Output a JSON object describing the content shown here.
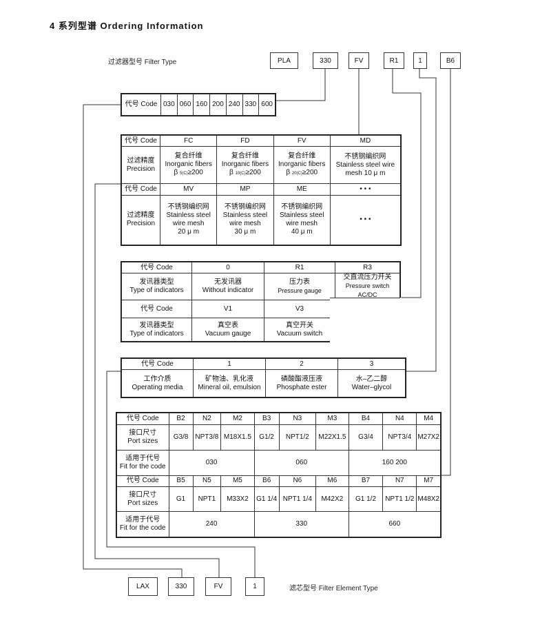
{
  "title": "4 系列型谱 Ordering Information",
  "filter_type_label": "过滤器型号  Filter Type",
  "element_type_label": "滤芯型号 Filter Element Type",
  "filter_code_boxes": [
    "PLA",
    "330",
    "FV",
    "R1",
    "1",
    "B6"
  ],
  "element_code_boxes": [
    "LAX",
    "330",
    "FV",
    "1"
  ],
  "size_table": {
    "header": "代号 Code",
    "sizes": [
      "030",
      "060",
      "160",
      "200",
      "240",
      "330",
      "600"
    ]
  },
  "precision_table": {
    "code_label": "代号 Code",
    "precision_label": "过滤精度Precision",
    "row1_codes": [
      "FC",
      "FD",
      "FV",
      "MD"
    ],
    "row1_cells": [
      {
        "cn": "复合纤维",
        "en": "Inorganic fibers",
        "beta": "β",
        "sub": "5(C)",
        "val": "≥200"
      },
      {
        "cn": "复合纤维",
        "en": "Inorganic fibers",
        "beta": "β",
        "sub": "10(C)",
        "val": "≥200"
      },
      {
        "cn": "复合纤维",
        "en": "Inorganic fibers",
        "beta": "β",
        "sub": "20(C)",
        "val": "≥200"
      },
      {
        "cn": "不锈钢编织网",
        "en": "Stainless steel wire",
        "extra": "mesh  10 μ m"
      }
    ],
    "row2_codes": [
      "MV",
      "MP",
      "ME",
      "• • •"
    ],
    "row2_cells": [
      {
        "cn": "不锈钢编织网",
        "en1": "Stainless steel",
        "en2": "wire mesh",
        "um": "20 μ m"
      },
      {
        "cn": "不锈钢编织网",
        "en1": "Stainless steel",
        "en2": "wire mesh",
        "um": "30 μ m"
      },
      {
        "cn": "不锈钢编织网",
        "en1": "Stainless steel",
        "en2": "wire mesh",
        "um": "40 μ m"
      },
      {
        "dots": "• • •"
      }
    ]
  },
  "indicator_table": {
    "code_label": "代号 Code",
    "type_cn": "发讯器类型",
    "type_en": "Type of indicators",
    "row1_codes": [
      "0",
      "R1",
      "R3"
    ],
    "row1_cells": [
      {
        "cn": "无发讯器",
        "en": "Without indicator"
      },
      {
        "cn": "压力表",
        "en": "Pressure gauge"
      },
      {
        "cn": "交直流压力开关",
        "en": "Pressure switch AC/DC"
      }
    ],
    "row2_codes": [
      "V1",
      "V3"
    ],
    "row2_cells": [
      {
        "cn": "真空表",
        "en": "Vacuum gauge"
      },
      {
        "cn": "真空开关",
        "en": "Vacuum switch"
      }
    ]
  },
  "media_table": {
    "code_label": "代号 Code",
    "media_cn": "工作介质",
    "media_en": "Operating media",
    "codes": [
      "1",
      "2",
      "3"
    ],
    "cells": [
      {
        "cn": "矿物油、乳化液",
        "en": "Mineral oil, emulsion"
      },
      {
        "cn": "磷酸酯液压液",
        "en": "Phosphate ester"
      },
      {
        "cn": "水–乙二醇",
        "en": "Water–glycol"
      }
    ]
  },
  "port_table": {
    "code_label": "代号 Code",
    "port_cn": "接口尺寸",
    "port_en": "Port sizes",
    "fit_cn": "适用于代号",
    "fit_en": "Fit for the code",
    "row1_codes": [
      "B2",
      "N2",
      "M2",
      "B3",
      "N3",
      "M3",
      "B4",
      "N4",
      "M4"
    ],
    "row1_ports": [
      "G3/8",
      "NPT3/8",
      "M18X1.5",
      "G1/2",
      "NPT1/2",
      "M22X1.5",
      "G3/4",
      "NPT3/4",
      "M27X2"
    ],
    "row1_fits": [
      "030",
      "060",
      "160  200"
    ],
    "row2_codes": [
      "B5",
      "N5",
      "M5",
      "B6",
      "N6",
      "M6",
      "B7",
      "N7",
      "M7"
    ],
    "row2_ports": [
      "G1",
      "NPT1",
      "M33X2",
      "G1 1/4",
      "NPT1 1/4",
      "M42X2",
      "G1 1/2",
      "NPT1 1/2",
      "M48X2"
    ],
    "row2_fits": [
      "240",
      "330",
      "660"
    ]
  }
}
